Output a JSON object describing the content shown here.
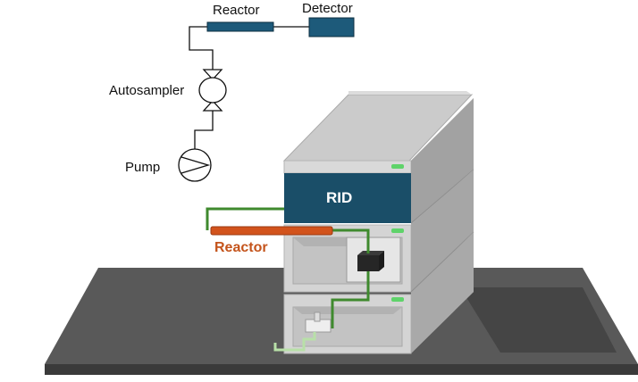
{
  "schematic": {
    "reactor_label": "Reactor",
    "detector_label": "Detector",
    "autosampler_label": "Autosampler",
    "pump_label": "Pump"
  },
  "instrument": {
    "detector_module_label": "RID",
    "reactor_label": "Reactor"
  },
  "colors": {
    "schematic_block": "#1d5a7a",
    "rid_panel": "#1a4e68",
    "reactor_bar": "#d2531c",
    "reactor_text": "#c4541c",
    "tubing": "#3f8a2e",
    "inlet_tubing": "#b8e0a8",
    "led": "#5fd36a",
    "bench": "#555555"
  }
}
